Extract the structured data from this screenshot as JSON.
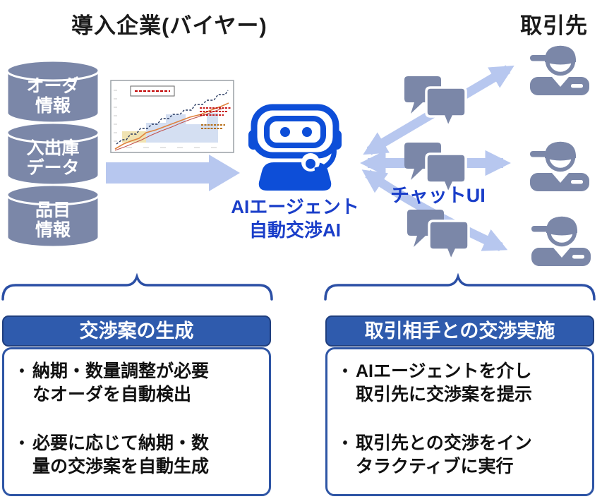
{
  "titles": {
    "buyer": "導入企業(バイヤー)",
    "supplier": "取引先"
  },
  "databases": [
    {
      "label": "オーダ\n情報"
    },
    {
      "label": "入出庫\nデータ"
    },
    {
      "label": "品目\n情報"
    }
  ],
  "agent": {
    "name_line1": "AIエージェント",
    "name_line2": "自動交渉AI"
  },
  "chat_ui_label": "チャットUI",
  "panels": [
    {
      "header": "交渉案の生成",
      "bullets": [
        "納期・数量調整が必要\nなオーダを自動検出",
        "必要に応じて納期・数\n量の交渉案を自動生成"
      ]
    },
    {
      "header": "取引相手との交渉実施",
      "bullets": [
        "AIエージェントを介し\n取引先に交渉案を提示",
        "取引先との交渉をイン\nタラクティブに実行"
      ]
    }
  ],
  "ui": {
    "bullet_char": "•"
  },
  "icons": {
    "robot": "robot-agent-icon",
    "databases": "database-cylinder-icon",
    "chat_bubbles": "chat-bubbles-icon",
    "supplier_person": "worker-person-icon",
    "chart_thumbnail": "order-chart-thumbnail"
  },
  "colors": {
    "robot_blue": "#0d4ed8",
    "label_blue": "#1a3ec9",
    "panel_header_blue": "#2f5bad",
    "panel_border_blue": "#2e55a5",
    "arrow_light_blue": "#b7c7ef",
    "gray_blue": "#7b87a8",
    "brace_blue": "#2b4fa5"
  }
}
